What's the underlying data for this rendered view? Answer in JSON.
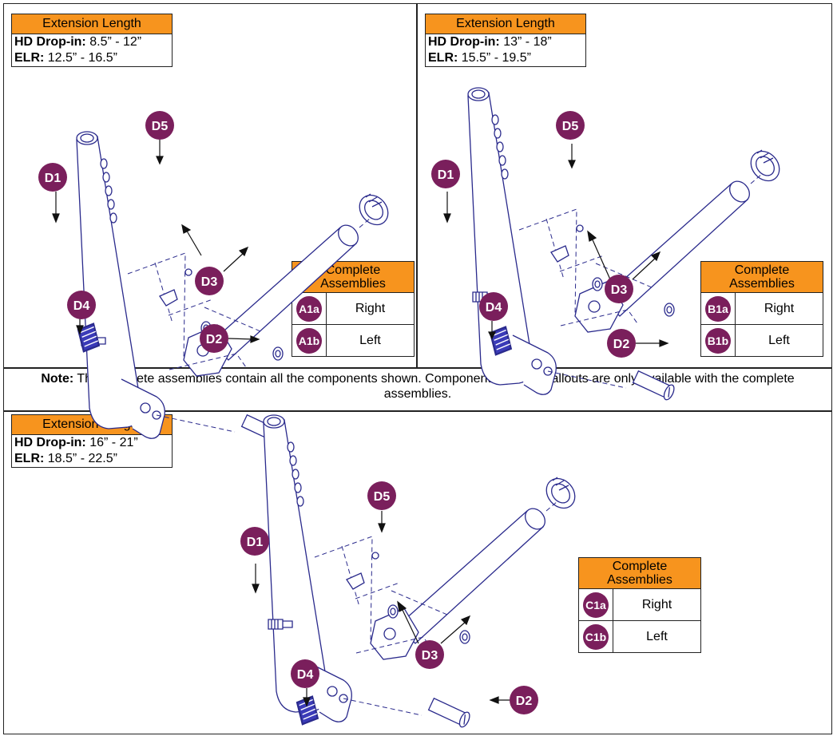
{
  "note": {
    "label": "Note:",
    "text": "The complete assemblies contain all the components shown. Components without callouts are only available with the complete assemblies."
  },
  "panels": [
    {
      "extension": {
        "title": "Extension Length",
        "hd_label": "HD Drop-in:",
        "hd_value": "8.5” - 12”",
        "elr_label": "ELR:",
        "elr_value": "12.5” - 16.5”"
      },
      "assemblies": {
        "title": "Complete Assemblies",
        "rows": [
          {
            "code": "A1a",
            "side": "Right"
          },
          {
            "code": "A1b",
            "side": "Left"
          }
        ]
      }
    },
    {
      "extension": {
        "title": "Extension Length",
        "hd_label": "HD Drop-in:",
        "hd_value": "13” - 18”",
        "elr_label": "ELR:",
        "elr_value": "15.5” - 19.5”"
      },
      "assemblies": {
        "title": "Complete Assemblies",
        "rows": [
          {
            "code": "B1a",
            "side": "Right"
          },
          {
            "code": "B1b",
            "side": "Left"
          }
        ]
      }
    },
    {
      "extension": {
        "title": "Extension Length",
        "hd_label": "HD Drop-in:",
        "hd_value": "16” - 21”",
        "elr_label": "ELR:",
        "elr_value": "18.5” - 22.5”"
      },
      "assemblies": {
        "title": "Complete Assemblies",
        "rows": [
          {
            "code": "C1a",
            "side": "Right"
          },
          {
            "code": "C1b",
            "side": "Left"
          }
        ]
      }
    }
  ],
  "callouts": [
    "D1",
    "D2",
    "D3",
    "D4",
    "D5"
  ],
  "colors": {
    "header": "#f7941e",
    "badge": "#7a1f5c",
    "line_art": "#2a2a8c"
  }
}
